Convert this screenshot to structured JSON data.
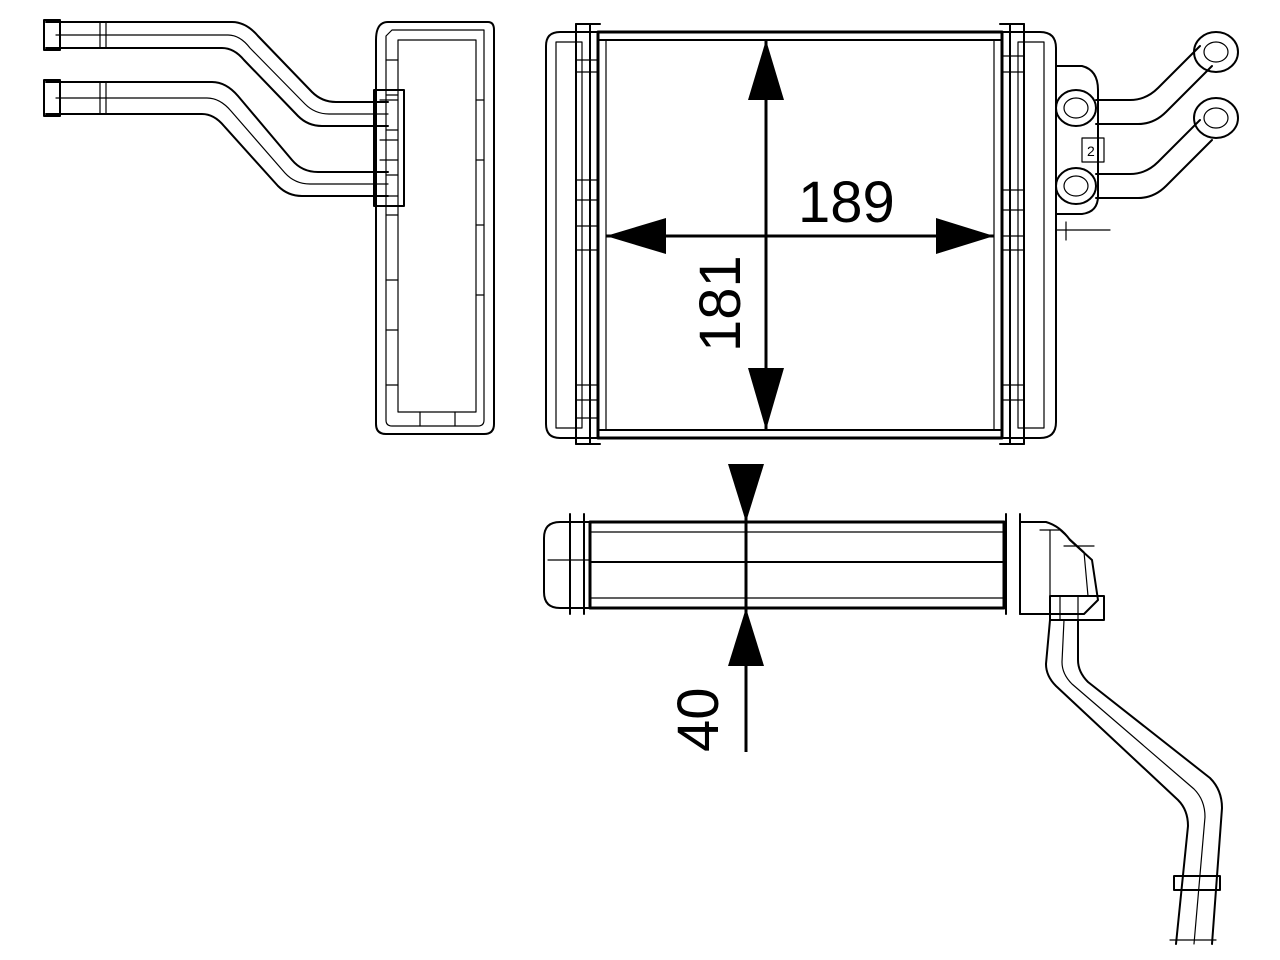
{
  "dimensions": {
    "width": "189",
    "height": "181",
    "depth": "40"
  },
  "part_marks": {
    "outlet_mark": "2"
  }
}
